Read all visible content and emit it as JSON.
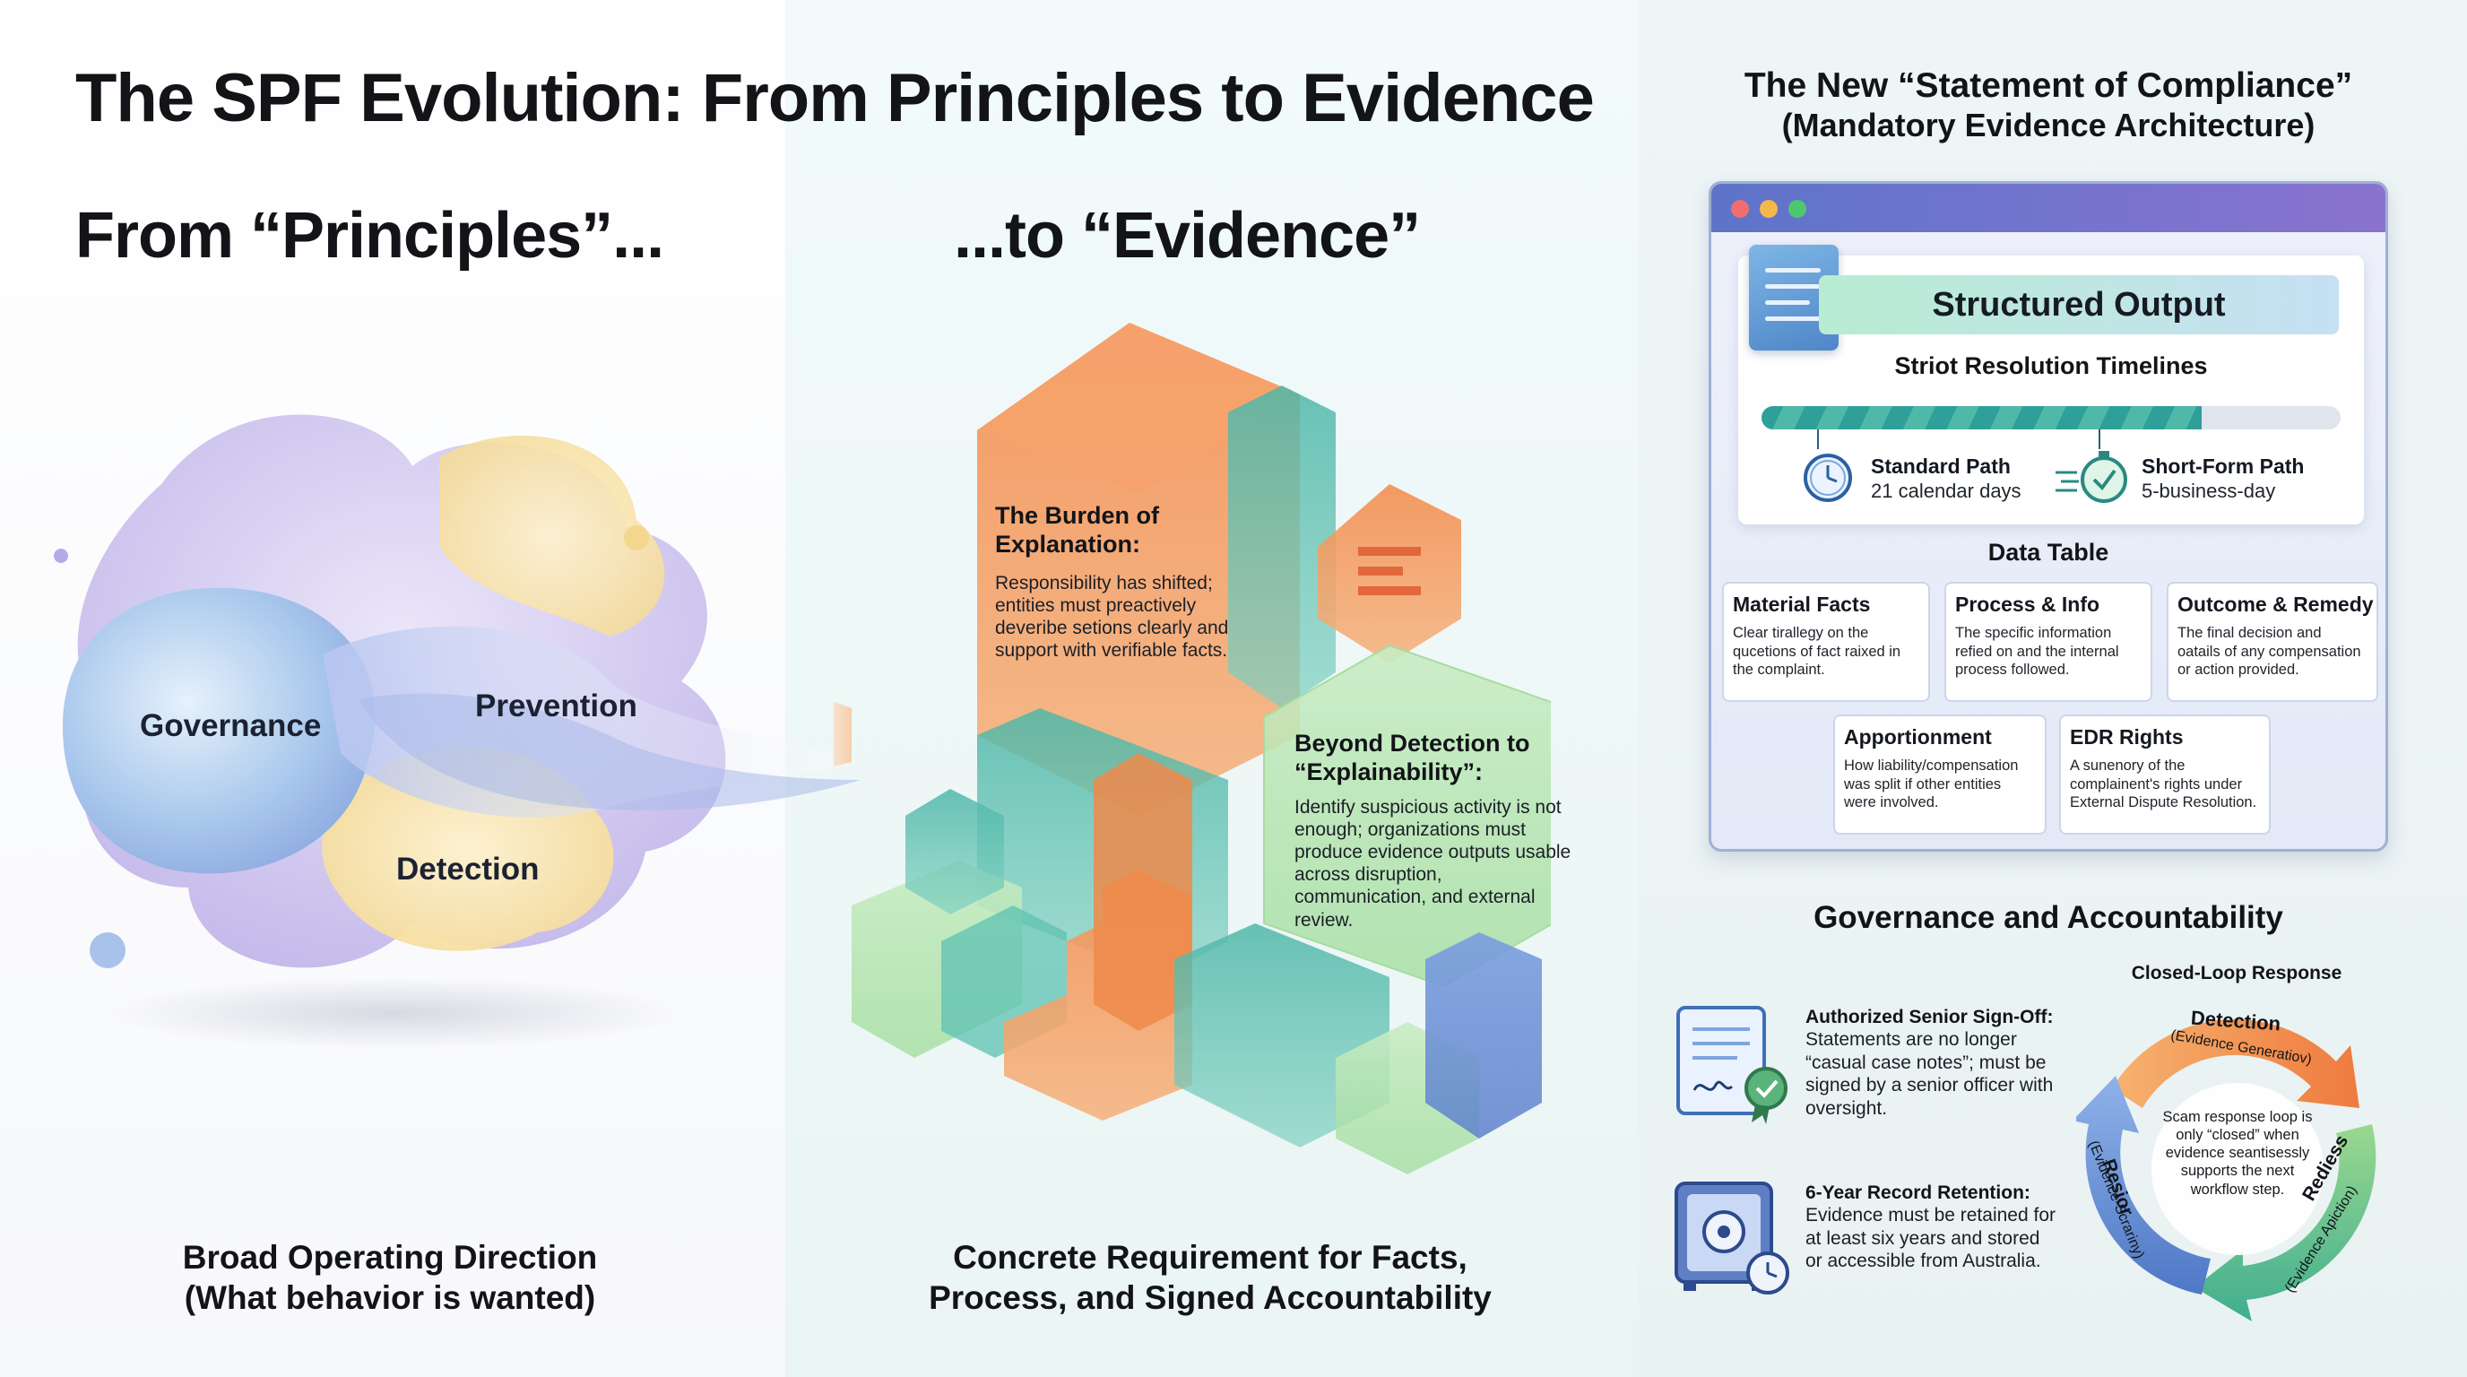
{
  "title": "The SPF Evolution: From Principles to Evidence",
  "left": {
    "heading": "From “Principles”...",
    "blobs": [
      "Governance",
      "Prevention",
      "Detection"
    ],
    "caption_line1": "Broad Operating Direction",
    "caption_line2": "(What behavior is wanted)"
  },
  "middle": {
    "heading": "...to “Evidence”",
    "burden": {
      "title": "The Burden of Explanation:",
      "body": "Responsibility has shifted; entities must preactively deveribe setions clearly and support with verifiable facts."
    },
    "beyond": {
      "title": "Beyond Detection to “Explainability”:",
      "body": "Identify suspicious activity is not enough; organizations must produce evidence outputs usable across disruption, communication, and external review."
    },
    "caption_line1": "Concrete Requirement for Facts,",
    "caption_line2": "Process, and Signed Accountability"
  },
  "right": {
    "title_line1": "The New “Statement of Compliance”",
    "title_line2": "(Mandatory Evidence Architecture)",
    "structured_output": "Structured Output",
    "timelines_title": "Striot Resolution Timelines",
    "standard_path": {
      "label": "Standard Path",
      "detail": "21 calendar days"
    },
    "short_path": {
      "label": "Short-Form Path",
      "detail": "5-business-day"
    },
    "timeline_progress": 0.76,
    "data_table_title": "Data Table",
    "cells": [
      {
        "title": "Material Facts",
        "body": "Clear tirallegy on the qucetions of fact raixed in the complaint."
      },
      {
        "title": "Process & Info",
        "body": "The specific information refied on and the internal process followed."
      },
      {
        "title": "Outcome & Remedy",
        "body": "The final decision and oatails of any compensation or action provided."
      },
      {
        "title": "Apportionment",
        "body": "How liability/compensation was split if other entities were involved."
      },
      {
        "title": "EDR Rights",
        "body": "A sunenory of the complainent's rights under External Dispute Resolution."
      }
    ],
    "governance_title": "Governance and Accountability",
    "signoff": {
      "label": "Authorized Senior Sign-Off:",
      "body": "Statements are no longer “casual case notes”; must be signed by a senior officer with oversight."
    },
    "retention": {
      "label": "6-Year Record Retention:",
      "body": "Evidence must be retained for at least six years and stored or accessible from Australia."
    },
    "closed_loop": {
      "title": "Closed-Loop Response",
      "center": "Scam response loop is only “closed” when evidence seantisessly supports the next workflow step.",
      "detection": "Detection",
      "detection_sub": "(Evidence Generatiov)",
      "redress": "Rediess",
      "redress_sub": "(Evidence Apiction)",
      "resolor": "Resior",
      "resolor_sub": "(Evidence-Scrariny)"
    }
  },
  "colors": {
    "orange": "#f08a4b",
    "teal": "#3fb3a4",
    "green": "#7ccc7a",
    "blue": "#5f8bd4",
    "window_bar": "#6a75cc"
  }
}
